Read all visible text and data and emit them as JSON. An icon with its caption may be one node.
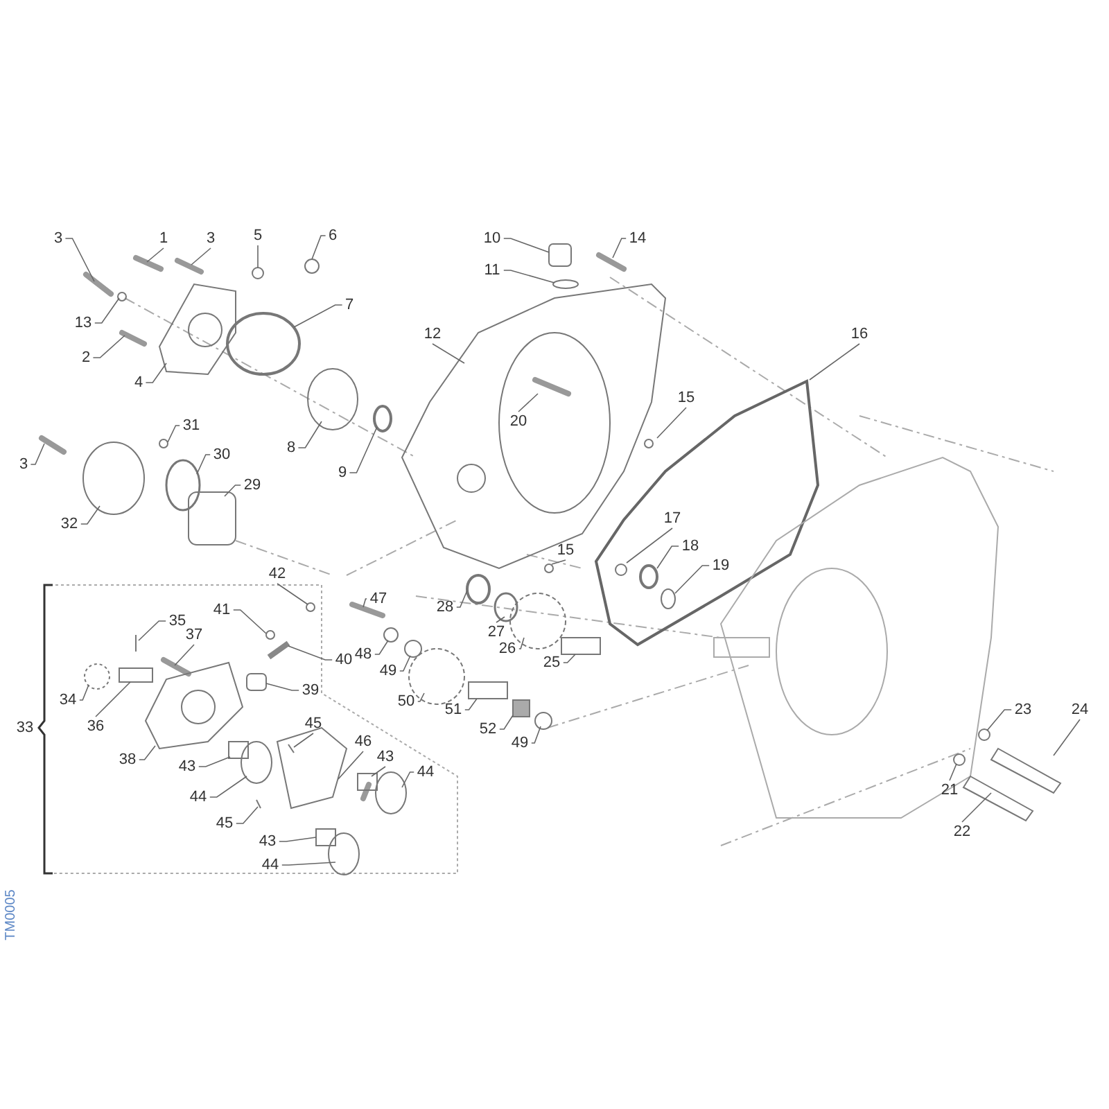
{
  "diagram": {
    "nodes": [
      {
        "text": [
          "3"
        ]
      },
      {
        "text": [
          "1"
        ]
      },
      {
        "text": [
          "3"
        ]
      },
      {
        "text": [
          "5"
        ]
      },
      {
        "text": [
          "6"
        ]
      },
      {
        "text": [
          "13"
        ]
      },
      {
        "text": [
          "2"
        ]
      },
      {
        "text": [
          "4"
        ]
      },
      {
        "text": [
          "7"
        ]
      },
      {
        "text": [
          "8"
        ]
      },
      {
        "text": [
          "9"
        ]
      },
      {
        "text": [
          "3"
        ]
      },
      {
        "text": [
          "31"
        ]
      },
      {
        "text": [
          "30"
        ]
      },
      {
        "text": [
          "29"
        ]
      },
      {
        "text": [
          "32"
        ]
      },
      {
        "text": [
          "10"
        ]
      },
      {
        "text": [
          "11"
        ]
      },
      {
        "text": [
          "14"
        ]
      },
      {
        "text": [
          "12"
        ]
      },
      {
        "text": [
          "20"
        ]
      },
      {
        "text": [
          "15"
        ]
      },
      {
        "text": [
          "16"
        ]
      },
      {
        "text": [
          "15"
        ]
      },
      {
        "text": [
          "17"
        ]
      },
      {
        "text": [
          "18"
        ]
      },
      {
        "text": [
          "19"
        ]
      },
      {
        "text": [
          "28"
        ]
      },
      {
        "text": [
          "27"
        ]
      },
      {
        "text": [
          "26"
        ]
      },
      {
        "text": [
          "25"
        ]
      },
      {
        "text": [
          "47"
        ]
      },
      {
        "text": [
          "48"
        ]
      },
      {
        "text": [
          "49"
        ]
      },
      {
        "text": [
          "50"
        ]
      },
      {
        "text": [
          "51"
        ]
      },
      {
        "text": [
          "52"
        ]
      },
      {
        "text": [
          "49"
        ]
      },
      {
        "text": [
          "35"
        ]
      },
      {
        "text": [
          "37"
        ]
      },
      {
        "text": [
          "34"
        ]
      },
      {
        "text": [
          "36"
        ]
      },
      {
        "text": [
          "38"
        ]
      },
      {
        "text": [
          "42"
        ]
      },
      {
        "text": [
          "41"
        ]
      },
      {
        "text": [
          "40"
        ]
      },
      {
        "text": [
          "39"
        ]
      },
      {
        "text": [
          "43"
        ]
      },
      {
        "text": [
          "45"
        ]
      },
      {
        "text": [
          "46"
        ]
      },
      {
        "text": [
          "44"
        ]
      },
      {
        "text": [
          "43"
        ]
      },
      {
        "text": [
          "44"
        ]
      },
      {
        "text": [
          "45"
        ]
      },
      {
        "text": [
          "43"
        ]
      },
      {
        "text": [
          "44"
        ]
      },
      {
        "text": [
          "21"
        ]
      },
      {
        "text": [
          "23"
        ]
      },
      {
        "text": [
          "24"
        ]
      },
      {
        "text": [
          "22"
        ]
      }
    ],
    "edges": [
      {
        "from": 0,
        "to": null,
        "arrow": "none"
      },
      {
        "from": 1,
        "to": null,
        "arrow": "none"
      },
      {
        "from": 2,
        "to": null,
        "arrow": "none"
      },
      {
        "from": 3,
        "to": null,
        "arrow": "none"
      },
      {
        "from": 4,
        "to": null,
        "arrow": "none"
      },
      {
        "from": 5,
        "to": null,
        "arrow": "none"
      },
      {
        "from": 6,
        "to": null,
        "arrow": "none"
      },
      {
        "from": 7,
        "to": null,
        "arrow": "none"
      },
      {
        "from": 8,
        "to": null,
        "arrow": "none"
      },
      {
        "from": 9,
        "to": null,
        "arrow": "none"
      },
      {
        "from": 10,
        "to": null,
        "arrow": "none"
      },
      {
        "from": 11,
        "to": null,
        "arrow": "none"
      },
      {
        "from": 12,
        "to": null,
        "arrow": "none"
      },
      {
        "from": 13,
        "to": null,
        "arrow": "none"
      },
      {
        "from": 14,
        "to": null,
        "arrow": "none"
      },
      {
        "from": 15,
        "to": null,
        "arrow": "none"
      },
      {
        "from": 16,
        "to": null,
        "arrow": "none"
      },
      {
        "from": 17,
        "to": null,
        "arrow": "none"
      },
      {
        "from": 18,
        "to": null,
        "arrow": "none"
      },
      {
        "from": 19,
        "to": null,
        "arrow": "none"
      },
      {
        "from": 20,
        "to": null,
        "arrow": "none"
      },
      {
        "from": 21,
        "to": null,
        "arrow": "none"
      },
      {
        "from": 22,
        "to": null,
        "arrow": "none"
      },
      {
        "from": 23,
        "to": null,
        "arrow": "none"
      },
      {
        "from": 24,
        "to": null,
        "arrow": "none"
      },
      {
        "from": 25,
        "to": null,
        "arrow": "none"
      },
      {
        "from": 26,
        "to": null,
        "arrow": "none"
      },
      {
        "from": 27,
        "to": null,
        "arrow": "none"
      },
      {
        "from": 28,
        "to": null,
        "arrow": "none"
      },
      {
        "from": 29,
        "to": null,
        "arrow": "none"
      },
      {
        "from": 30,
        "to": null,
        "arrow": "none"
      },
      {
        "from": 31,
        "to": null,
        "arrow": "none"
      },
      {
        "from": 32,
        "to": null,
        "arrow": "none"
      },
      {
        "from": 33,
        "to": null,
        "arrow": "none"
      },
      {
        "from": 34,
        "to": null,
        "arrow": "none"
      },
      {
        "from": 35,
        "to": null,
        "arrow": "none"
      },
      {
        "from": 36,
        "to": null,
        "arrow": "none"
      },
      {
        "from": 37,
        "to": null,
        "arrow": "none"
      },
      {
        "from": 38,
        "to": null,
        "arrow": "none"
      },
      {
        "from": 39,
        "to": null,
        "arrow": "none"
      },
      {
        "from": 40,
        "to": null,
        "arrow": "none"
      },
      {
        "from": 41,
        "to": null,
        "arrow": "none"
      },
      {
        "from": 42,
        "to": null,
        "arrow": "none"
      },
      {
        "from": 43,
        "to": null,
        "arrow": "none"
      },
      {
        "from": 44,
        "to": null,
        "arrow": "none"
      },
      {
        "from": 45,
        "to": null,
        "arrow": "none"
      },
      {
        "from": 46,
        "to": null,
        "arrow": "none"
      },
      {
        "from": 47,
        "to": null,
        "arrow": "none"
      },
      {
        "from": 48,
        "to": null,
        "arrow": "none"
      },
      {
        "from": 49,
        "to": null,
        "arrow": "none"
      },
      {
        "from": 50,
        "to": null,
        "arrow": "none"
      },
      {
        "from": 51,
        "to": null,
        "arrow": "none"
      },
      {
        "from": 52,
        "to": null,
        "arrow": "none"
      },
      {
        "from": 53,
        "to": null,
        "arrow": "none"
      },
      {
        "from": 54,
        "to": null,
        "arrow": "none"
      },
      {
        "from": 55,
        "to": null,
        "arrow": "none"
      },
      {
        "from": 56,
        "to": null,
        "arrow": "none"
      },
      {
        "from": 57,
        "to": null,
        "arrow": "none"
      },
      {
        "from": 58,
        "to": null,
        "arrow": "none"
      },
      {
        "from": 59,
        "to": null,
        "arrow": "none"
      }
    ],
    "labels": [
      "33",
      "TM0005"
    ]
  }
}
